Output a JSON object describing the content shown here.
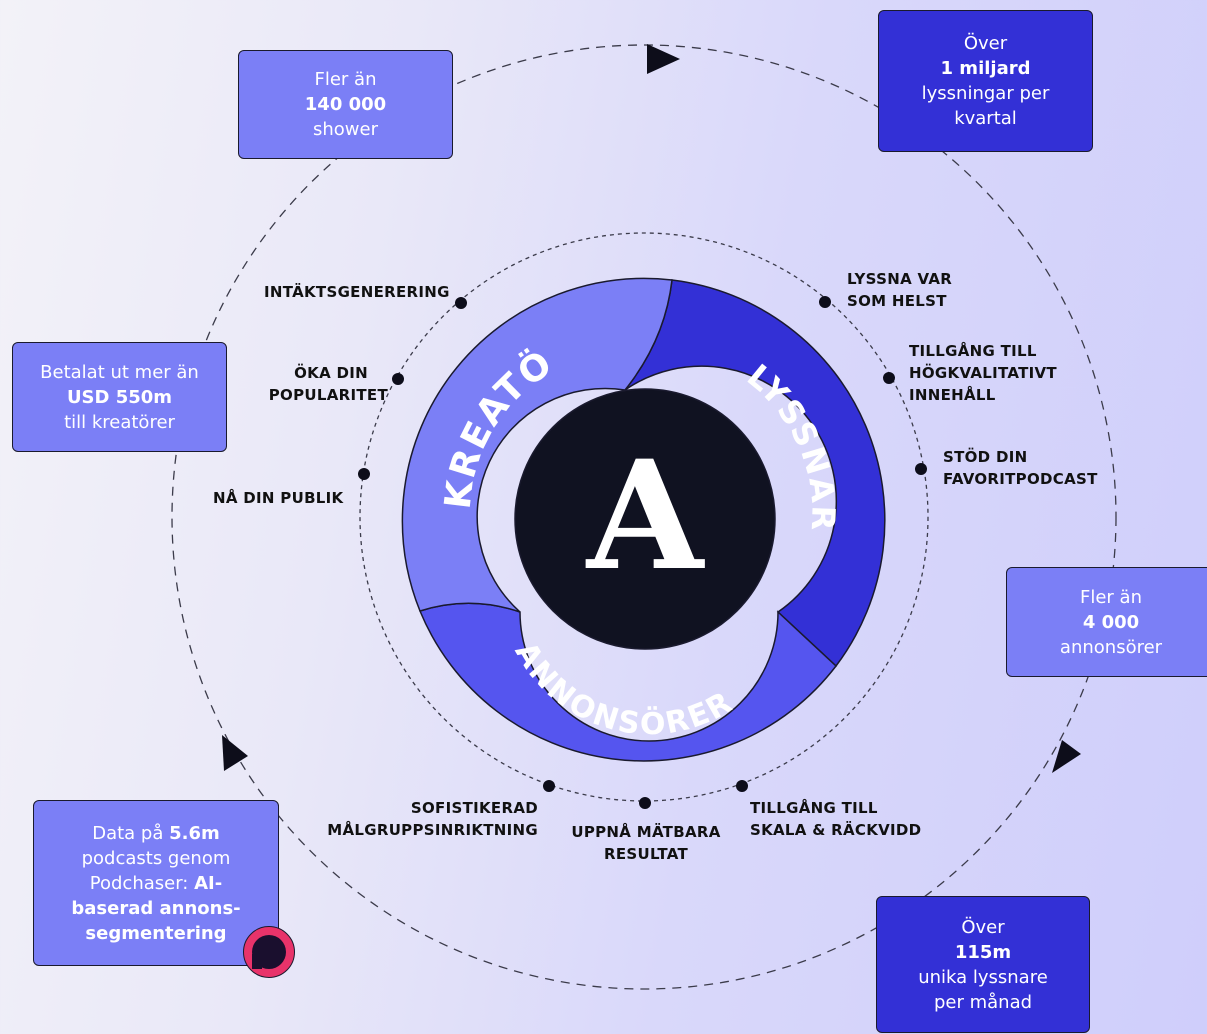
{
  "center": {
    "logo_letter": "A"
  },
  "segments": {
    "creators": {
      "label": "KREATÖRER",
      "color": "#7b7ff6"
    },
    "listeners": {
      "label": "LYSSNARE",
      "color": "#3330d6"
    },
    "advertisers": {
      "label": "ANNONSÖRER",
      "color": "#5555ef"
    }
  },
  "center_color": "#101221",
  "benefits": {
    "monetization": "INTÄKTSGENERERING",
    "popularity": [
      "ÖKA DIN",
      "POPULARITET"
    ],
    "reach_audience": "NÅ DIN PUBLIK",
    "listen_anywhere": [
      "LYSSNA VAR",
      "SOM HELST"
    ],
    "quality_content": [
      "TILLGÅNG TILL",
      "HÖGKVALITATIVT",
      "INNEHÅLL"
    ],
    "support_podcast": [
      "STÖD DIN",
      "FAVORITPODCAST"
    ],
    "targeting": [
      "SOFISTIKERAD",
      "MÅLGRUPPSINRIKTNING"
    ],
    "measurable": [
      "UPPNÅ MÄTBARA",
      "RESULTAT"
    ],
    "scale": [
      "TILLGÅNG TILL",
      "SKALA & RÄCKVIDD"
    ]
  },
  "stats": {
    "shows": {
      "pre": "Fler än",
      "value": "140 000",
      "post": "shower"
    },
    "plays": {
      "pre": "Över",
      "value": "1 miljard",
      "post1": "lyssningar per",
      "post2": "kvartal"
    },
    "paid": {
      "pre": "Betalat ut mer än",
      "value": "USD 550m",
      "post": "till kreatörer"
    },
    "advertisers": {
      "pre": "Fler än",
      "value": "4 000",
      "post": "annonsörer"
    },
    "listeners": {
      "pre": "Över",
      "value": "115m",
      "post1": "unika lyssnare",
      "post2": "per månad"
    },
    "podchaser": {
      "l1_pre": "Data på ",
      "l1_bold": "5.6m",
      "l2": "podcasts genom",
      "l3_pre": "Podchaser: ",
      "l3_bold": "AI-",
      "l4": "baserad annons-",
      "l5": "segmentering"
    }
  },
  "icons": [
    "arrow-icon",
    "podchaser-logo-icon"
  ]
}
